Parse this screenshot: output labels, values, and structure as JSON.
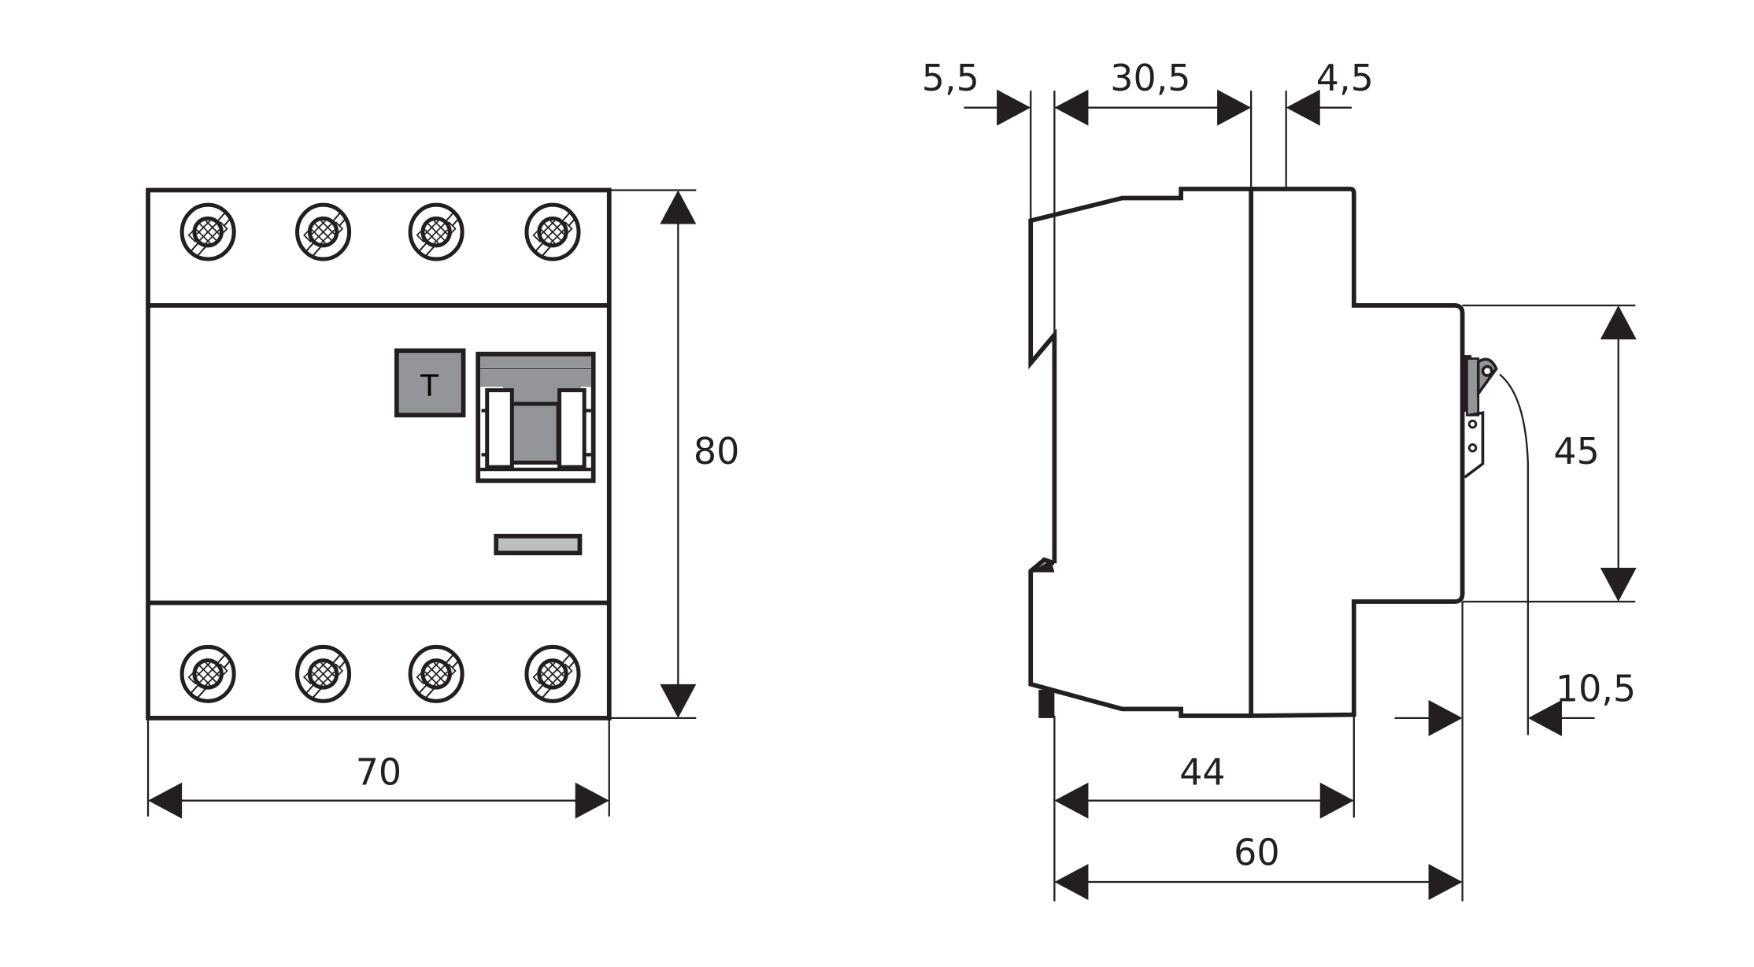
{
  "drawing": {
    "subject": "4-pole residual current device dimension drawing",
    "units": "mm",
    "front_view": {
      "test_button_label": "T",
      "terminals_top": 4,
      "terminals_bottom": 4,
      "dimensions": {
        "width": "70",
        "height": "80"
      }
    },
    "side_view": {
      "dimensions": {
        "rail_clip_offset": "5,5",
        "front_section_depth": "30,5",
        "step_offset": "4,5",
        "front_panel_height": "45",
        "body_depth": "44",
        "overall_depth": "60",
        "lever_protrusion": "10,5"
      }
    },
    "colors": {
      "line": "#231f20",
      "fill_grey": "#939598",
      "fill_lightgrey": "#bcbec0",
      "background": "#ffffff"
    }
  }
}
